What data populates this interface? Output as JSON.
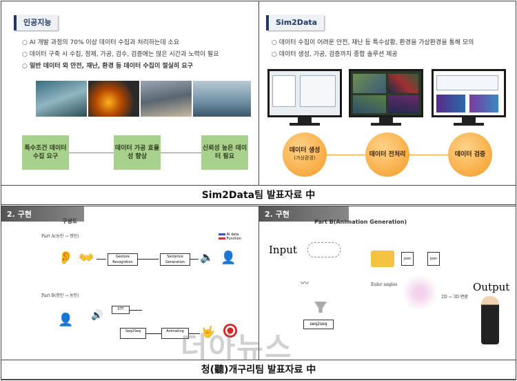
{
  "top_left": {
    "tab": "인공지능",
    "bullets": [
      "AI 개발 과정의 70% 이상 데이터 수집과 처리하는데 소요",
      "데이터 구축 시 수집, 정제, 가공, 검수, 검증에는 많은 시간과 노력이 필요",
      "일반 데이터 외 안전, 재난, 환경 등 데이터 수집이 절실히 요구"
    ],
    "boxes": [
      "특수조건 데이터수집 요구",
      "데이터 가공 효율성 향상",
      "신뢰성 높은 데이터 필요"
    ]
  },
  "top_right": {
    "tab": "Sim2Data",
    "bullets": [
      "데이터 수집이 어려운 안전, 재난 등 특수상황, 환경을 가상환경을 통해 모의",
      "데이터 생성, 가공, 검증까지 종합 솔루션 제공"
    ],
    "circles": [
      {
        "label": "데이터 생성",
        "sub": "(가상환경)"
      },
      {
        "label": "데이터 전처리",
        "sub": ""
      },
      {
        "label": "데이터 검증",
        "sub": ""
      }
    ]
  },
  "caption_top": "Sim2Data팀 발표자료 中",
  "bottom_left": {
    "header": "2. 구현",
    "subtitle": "구성도",
    "part_a": "Part A(농인 → 청인)",
    "part_b": "Part B(청인 → 농인)",
    "boxes_a": [
      "Gesture Recognition",
      "Sentence Generation"
    ],
    "boxes_b": [
      "STT",
      "Seq2Seq",
      "Animating"
    ],
    "legend": [
      "AI data",
      "Function"
    ]
  },
  "bottom_right": {
    "header": "2. 구현",
    "subtitle": "Part B(Animation Generation)",
    "input": "Input",
    "output": "Output",
    "seq": "seq2seq",
    "euler": "Euler angles",
    "conv": "2D → 3D 변환",
    "json": "json"
  },
  "caption_bottom": "청(聽)개구리팀 발표자료 中",
  "watermark": "더아뉴스"
}
